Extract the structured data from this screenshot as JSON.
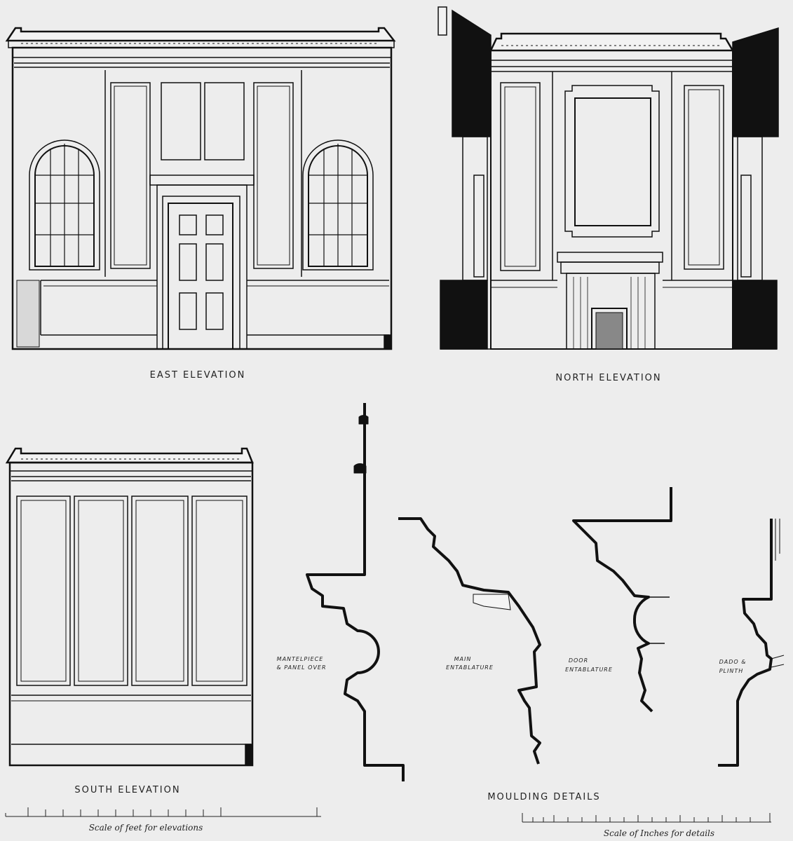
{
  "labels": {
    "east": "EAST ELEVATION",
    "north": "NORTH ELEVATION",
    "south": "SOUTH ELEVATION",
    "moulding": "MOULDING DETAILS"
  },
  "details": {
    "mantel_1": "MANTELPIECE",
    "mantel_2": "& PANEL OVER",
    "main_1": "MAIN",
    "main_2": "ENTABLATURE",
    "door_1": "DOOR",
    "door_2": "ENTABLATURE",
    "dado_1": "DADO &",
    "dado_2": "PLINTH"
  },
  "scales": {
    "feet": "Scale of feet for elevations",
    "inches": "Scale of Inches for details"
  },
  "colors": {
    "ink": "#111111",
    "paper": "#ededed"
  }
}
